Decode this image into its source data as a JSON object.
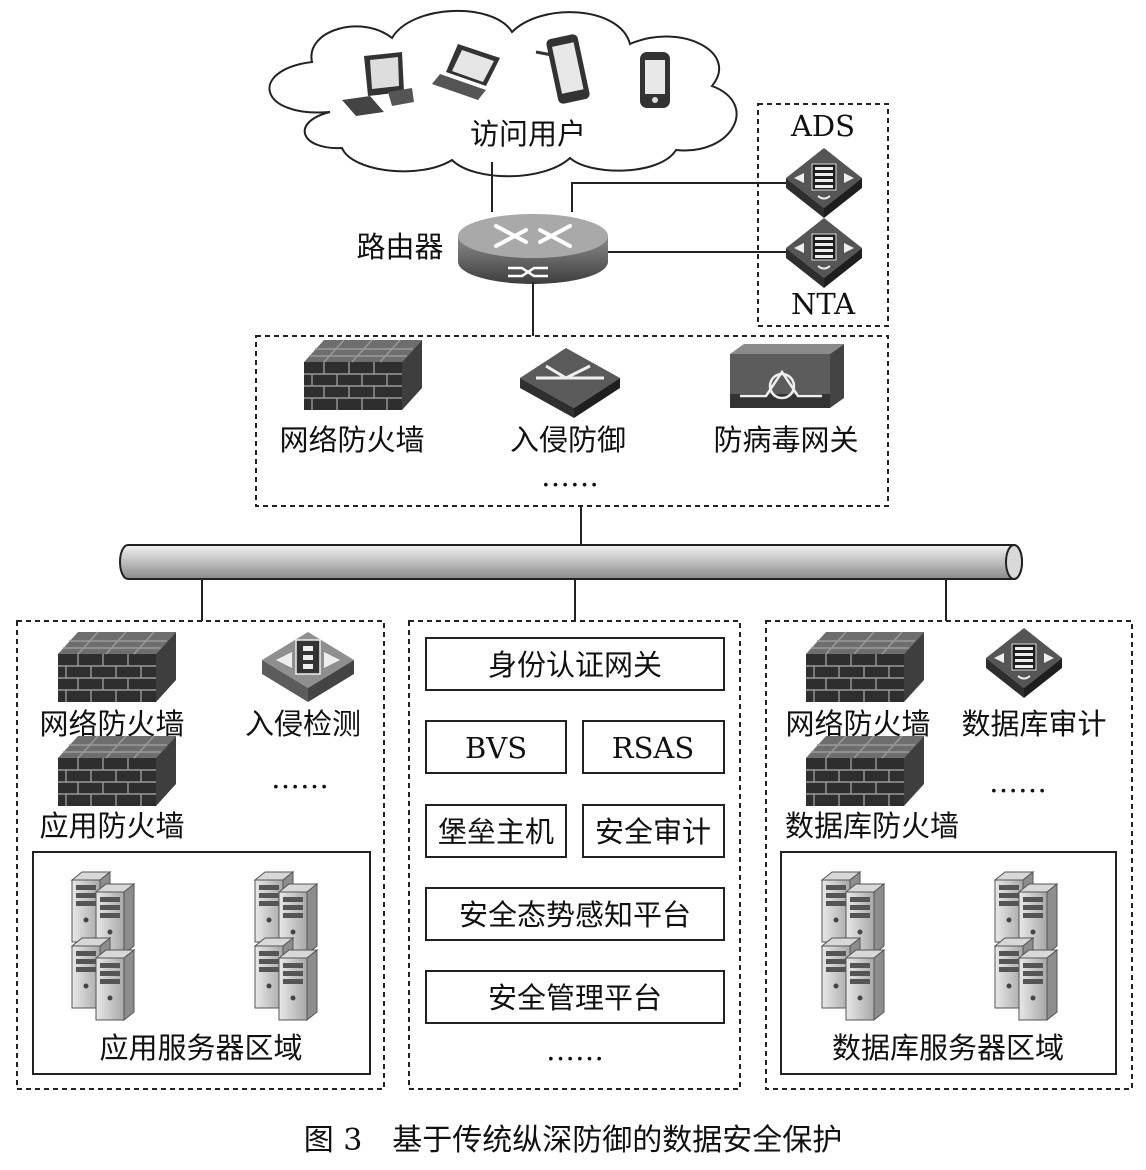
{
  "top": {
    "cloud_label": "访问用户",
    "router_label": "路由器",
    "ads_label": "ADS",
    "nta_label": "NTA"
  },
  "perimeter": {
    "items": [
      "网络防火墙",
      "入侵防御",
      "防病毒网关"
    ],
    "more": "……"
  },
  "left_zone": {
    "fw_label": "网络防火墙",
    "ids_label": "入侵检测",
    "app_fw_label": "应用防火墙",
    "more": "……",
    "servers_label": "应用服务器区域"
  },
  "middle_zone": {
    "identity_gateway": "身份认证网关",
    "bvs": "BVS",
    "rsas": "RSAS",
    "bastion": "堡垒主机",
    "audit": "安全审计",
    "situation": "安全态势感知平台",
    "management": "安全管理平台",
    "more": "……"
  },
  "right_zone": {
    "fw_label": "网络防火墙",
    "db_audit_label": "数据库审计",
    "db_fw_label": "数据库防火墙",
    "more": "……",
    "servers_label": "数据库服务器区域"
  },
  "caption": "图 3　基于传统纵深防御的数据安全保护"
}
